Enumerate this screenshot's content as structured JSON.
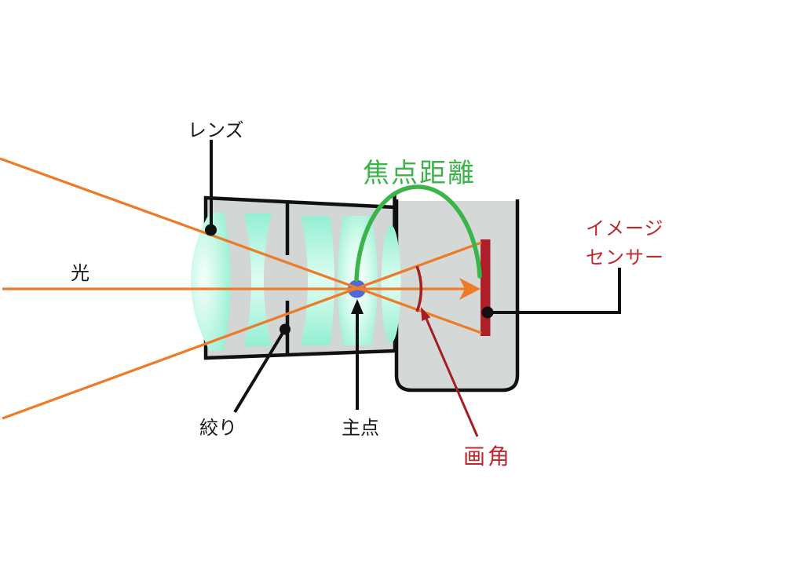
{
  "diagram": {
    "labels": {
      "lens": "レンズ",
      "light": "光",
      "focal_length": "焦点距離",
      "image_sensor": [
        "イメージ",
        "センサー"
      ],
      "aperture": "絞り",
      "principal_point": "主点",
      "angle_of_view": "画角"
    },
    "colors": {
      "light_ray_orange": "#ED7C2A",
      "focal_length_green": "#3BB54A",
      "label_red": "#C1272D",
      "angle_of_view_dark_red": "#A61E22",
      "sensor_bar_red": "#B01E28",
      "principal_point_blue": "#4A6BD8",
      "body_gray": "#D3D7D5",
      "lens_cyan": "#8FEED2",
      "outline_black": "#111111"
    }
  }
}
